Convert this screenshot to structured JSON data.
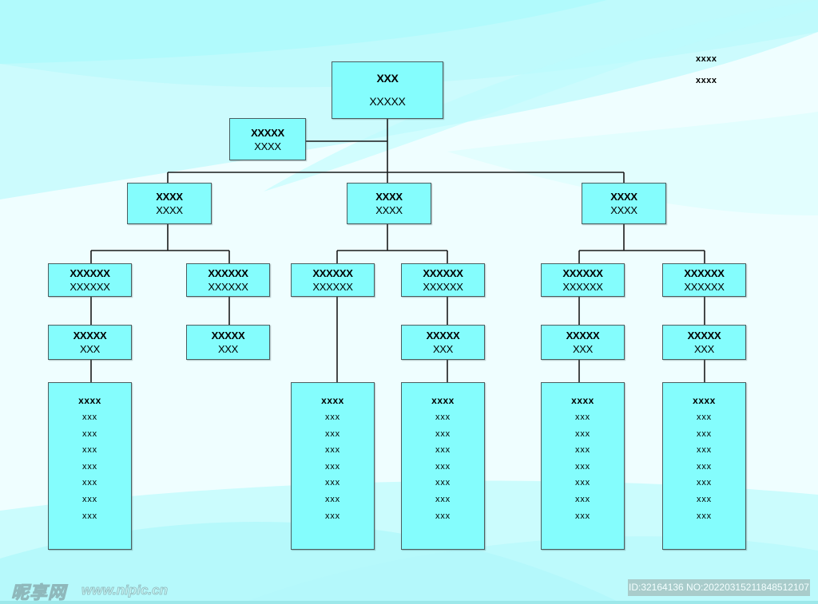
{
  "legend": [
    "xxxx",
    "xxxx"
  ],
  "root": {
    "line1": "XXX",
    "line2": "XXXXX"
  },
  "assistant": {
    "line1": "XXXXX",
    "line2": "XXXX"
  },
  "departments": [
    {
      "line1": "XXXX",
      "line2": "XXXX",
      "units": [
        {
          "line1": "XXXXXX",
          "line2": "XXXXXX",
          "sub": {
            "line1": "XXXXX",
            "line2": "XXX"
          },
          "list": {
            "head": "xxxx",
            "items": [
              "xxx",
              "xxx",
              "xxx",
              "xxx",
              "xxx",
              "xxx",
              "xxx"
            ]
          }
        },
        {
          "line1": "XXXXXX",
          "line2": "XXXXXX",
          "sub": {
            "line1": "XXXXX",
            "line2": "XXX"
          },
          "list": null
        }
      ]
    },
    {
      "line1": "XXXX",
      "line2": "XXXX",
      "units": [
        {
          "line1": "XXXXXX",
          "line2": "XXXXXX",
          "sub": null,
          "list": {
            "head": "xxxx",
            "items": [
              "xxx",
              "xxx",
              "xxx",
              "xxx",
              "xxx",
              "xxx",
              "xxx"
            ]
          }
        },
        {
          "line1": "XXXXXX",
          "line2": "XXXXXX",
          "sub": {
            "line1": "XXXXX",
            "line2": "XXX"
          },
          "list": {
            "head": "xxxx",
            "items": [
              "xxx",
              "xxx",
              "xxx",
              "xxx",
              "xxx",
              "xxx",
              "xxx"
            ]
          }
        }
      ]
    },
    {
      "line1": "XXXX",
      "line2": "XXXX",
      "units": [
        {
          "line1": "XXXXXX",
          "line2": "XXXXXX",
          "sub": {
            "line1": "XXXXX",
            "line2": "XXX"
          },
          "list": {
            "head": "xxxx",
            "items": [
              "xxx",
              "xxx",
              "xxx",
              "xxx",
              "xxx",
              "xxx",
              "xxx"
            ]
          }
        },
        {
          "line1": "XXXXXX",
          "line2": "XXXXXX",
          "sub": {
            "line1": "XXXXX",
            "line2": "XXX"
          },
          "list": {
            "head": "xxxx",
            "items": [
              "xxx",
              "xxx",
              "xxx",
              "xxx",
              "xxx",
              "xxx",
              "xxx"
            ]
          }
        }
      ]
    }
  ],
  "watermark": {
    "logo": "昵享网",
    "url": "www.nipic.cn",
    "id_text": "ID:32164136 NO:20220315211848512107"
  },
  "colors": {
    "node_fill": "#84fdfd",
    "node_border": "#4a5e60",
    "connector": "#1a1a1a"
  }
}
